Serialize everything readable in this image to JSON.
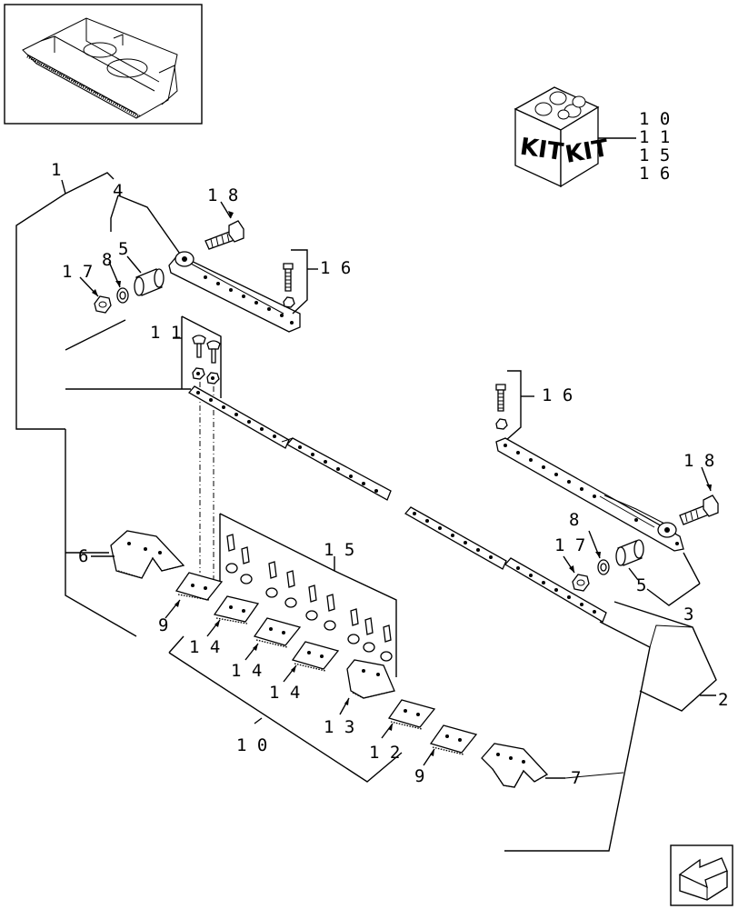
{
  "kit": {
    "label": "KIT",
    "numbers": [
      "1 0",
      "1 1",
      "1 5",
      "1 6"
    ]
  },
  "callouts": {
    "c1": "1",
    "c2": "2",
    "c3": "3",
    "c4": "4",
    "c5a": "5",
    "c5b": "5",
    "c6": "6",
    "c7": "7",
    "c8a": "8",
    "c8b": "8",
    "c9a": "9",
    "c9b": "9",
    "c10": "1 0",
    "c11": "1 1",
    "c12": "1 2",
    "c13": "1 3",
    "c14a": "1 4",
    "c14b": "1 4",
    "c14c": "1 4",
    "c15": "1 5",
    "c16a": "1 6",
    "c16b": "1 6",
    "c17a": "1 7",
    "c17b": "1 7",
    "c18a": "1 8",
    "c18b": "1 8"
  },
  "icons": {
    "thumbnail": "header-machine-thumbnail",
    "nav": "arrow-navigation-icon"
  }
}
